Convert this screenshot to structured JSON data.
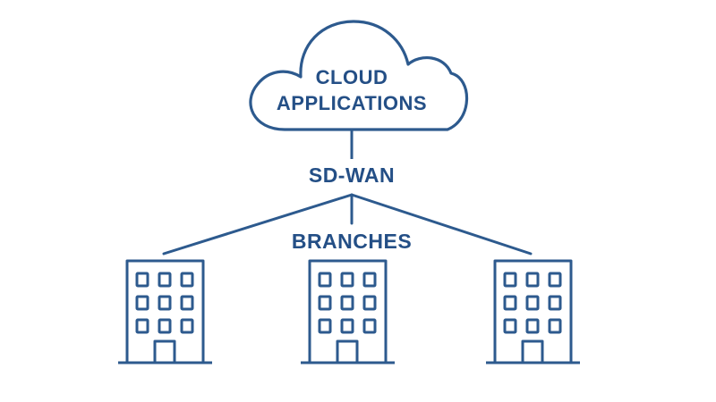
{
  "diagram": {
    "cloud": {
      "line1": "CLOUD",
      "line2": "APPLICATIONS",
      "icon": "cloud-icon"
    },
    "sdwan_label": "SD-WAN",
    "branches_label": "BRANCHES",
    "branches": [
      {
        "icon": "office-building-icon"
      },
      {
        "icon": "office-building-icon"
      },
      {
        "icon": "office-building-icon"
      }
    ],
    "colors": {
      "stroke": "#2d5a8e",
      "text": "#244f86",
      "background": "#ffffff"
    }
  }
}
